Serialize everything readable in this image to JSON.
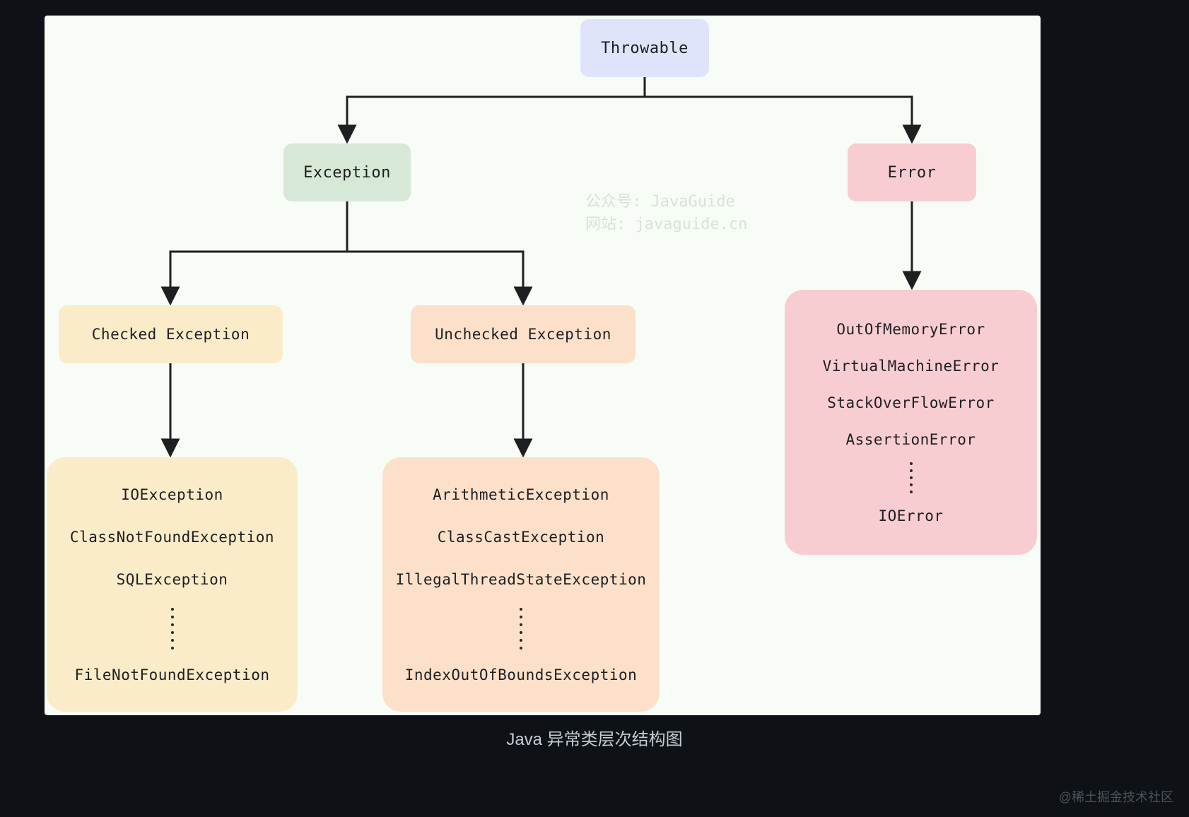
{
  "diagram": {
    "title": "Java 异常类层次结构图",
    "watermark_lines": [
      "公众号: JavaGuide",
      "网站: javaguide.cn"
    ],
    "site_watermark": "@稀土掘金技术社区",
    "background_color": "#f7fdf6",
    "page_background_color": "#0e1116",
    "nodes": {
      "throwable": {
        "label": "Throwable",
        "color": "#dfe4fb"
      },
      "exception": {
        "label": "Exception",
        "color": "#d8e8d7"
      },
      "error": {
        "label": "Error",
        "color": "#f8cdd1"
      },
      "checked": {
        "label": "Checked Exception",
        "color": "#fbecc9"
      },
      "unchecked": {
        "label": "Unchecked Exception",
        "color": "#fce0ca"
      },
      "checked_list": {
        "color": "#fbecc9",
        "items_top": [
          "IOException",
          "ClassNotFoundException",
          "SQLException"
        ],
        "ellipsis": "⋮",
        "items_bottom": [
          "FileNotFoundException"
        ]
      },
      "unchecked_list": {
        "color": "#fce0ca",
        "items_top": [
          "ArithmeticException",
          "ClassCastException",
          "IllegalThreadStateException"
        ],
        "ellipsis": "⋮",
        "items_bottom": [
          "IndexOutOfBoundsException"
        ]
      },
      "error_list": {
        "color": "#f8cdd1",
        "items_top": [
          "OutOfMemoryError",
          "VirtualMachineError",
          "StackOverFlowError",
          "AssertionError"
        ],
        "ellipsis": "⋮",
        "items_bottom": [
          "IOError"
        ]
      }
    },
    "edges": [
      {
        "from": "throwable",
        "to": "exception"
      },
      {
        "from": "throwable",
        "to": "error"
      },
      {
        "from": "exception",
        "to": "checked"
      },
      {
        "from": "exception",
        "to": "unchecked"
      },
      {
        "from": "error",
        "to": "error_list"
      },
      {
        "from": "checked",
        "to": "checked_list"
      },
      {
        "from": "unchecked",
        "to": "unchecked_list"
      }
    ]
  }
}
